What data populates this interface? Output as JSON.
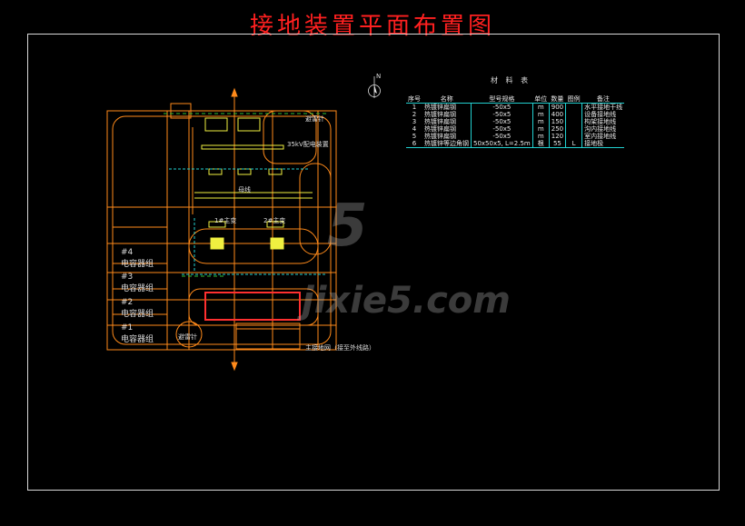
{
  "title": "接地装置平面布置图",
  "north": "N",
  "materials": {
    "title": "材 料 表",
    "headers": [
      "序号",
      "名称",
      "型号规格",
      "单位",
      "数量",
      "图例",
      "备注"
    ],
    "rows": [
      {
        "no": "1",
        "name": "热镀锌扁钢",
        "spec": "-50x5",
        "unit": "m",
        "qty": "900",
        "legend": "",
        "note": "水平接地干线"
      },
      {
        "no": "2",
        "name": "热镀锌扁钢",
        "spec": "-50x5",
        "unit": "m",
        "qty": "400",
        "legend": "",
        "note": "设备接地线"
      },
      {
        "no": "3",
        "name": "热镀锌扁钢",
        "spec": "-50x5",
        "unit": "m",
        "qty": "150",
        "legend": "",
        "note": "构架接地线"
      },
      {
        "no": "4",
        "name": "热镀锌扁钢",
        "spec": "-50x5",
        "unit": "m",
        "qty": "250",
        "legend": "",
        "note": "沟内接地线"
      },
      {
        "no": "5",
        "name": "热镀锌扁钢",
        "spec": "-50x5",
        "unit": "m",
        "qty": "120",
        "legend": "",
        "note": "室内接地线"
      },
      {
        "no": "6",
        "name": "热镀锌等边角钢",
        "spec": "50x50x5, L=2.5m",
        "unit": "根",
        "qty": "55",
        "legend": "L",
        "note": "接地极"
      }
    ]
  },
  "plan": {
    "labels": {
      "transformer_1": "1#主变",
      "transformer_2": "2#主变",
      "busbar": "母线",
      "device_35kv": "35kV配电装置",
      "lightning_rod_1": "避雷针",
      "lightning_rod_2": "避雷针",
      "note_bottom": "主接地网（接至外线路）"
    },
    "capacitors": [
      {
        "num": "#4",
        "name": "电容器组"
      },
      {
        "num": "#3",
        "name": "电容器组"
      },
      {
        "num": "#2",
        "name": "电容器组"
      },
      {
        "num": "#1",
        "name": "电容器组"
      }
    ]
  },
  "watermark": {
    "logo": "5",
    "site": "jixie5.com"
  },
  "colors": {
    "title": "#ff2020",
    "grid": "#ff8a1a",
    "structure": "#f0f040",
    "accent": "#22d0d0",
    "building": "#ff3030"
  }
}
